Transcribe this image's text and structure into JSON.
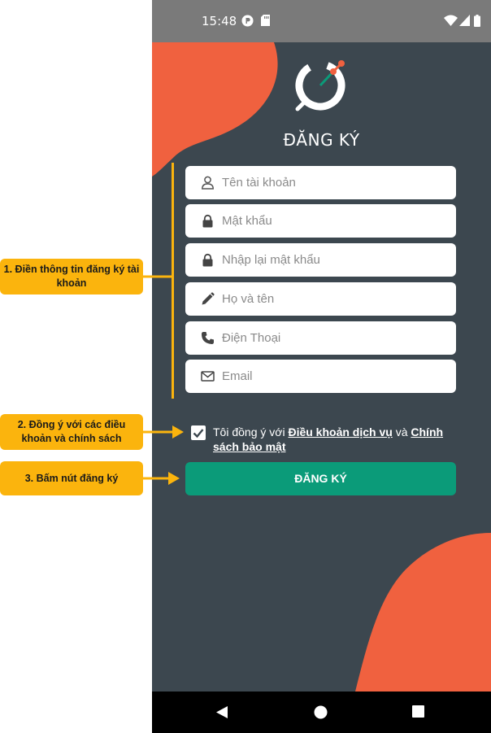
{
  "status_bar": {
    "time": "15:48"
  },
  "screen": {
    "title": "ĐĂNG KÝ",
    "fields": {
      "username": {
        "placeholder": "Tên tài khoản",
        "icon": "user-icon"
      },
      "password": {
        "placeholder": "Mật khẩu",
        "icon": "lock-icon"
      },
      "confirm_password": {
        "placeholder": "Nhập lại mật khẩu",
        "icon": "lock-icon"
      },
      "full_name": {
        "placeholder": "Họ và tên",
        "icon": "pencil-icon"
      },
      "phone": {
        "placeholder": "Điện Thoại",
        "icon": "phone-icon"
      },
      "email": {
        "placeholder": "Email",
        "icon": "mail-icon"
      }
    },
    "agreement": {
      "checked": true,
      "prefix": "Tôi đồng ý với ",
      "terms_link": "Điều khoản dịch vụ",
      "conjunction": " và ",
      "privacy_link": "Chính sách bảo mật"
    },
    "submit_label": "ĐĂNG KÝ"
  },
  "annotations": {
    "step1": "1. Điền thông tin đăng ký tài khoản",
    "step2": "2. Đồng ý với các điều khoản và chính sách",
    "step3": "3. Bấm nút đăng ký"
  },
  "colors": {
    "background": "#3c474f",
    "accent_orange": "#f0613f",
    "button_green": "#0b9b79",
    "callout_yellow": "#fbb40d",
    "status_bar": "#7a7a7a"
  }
}
